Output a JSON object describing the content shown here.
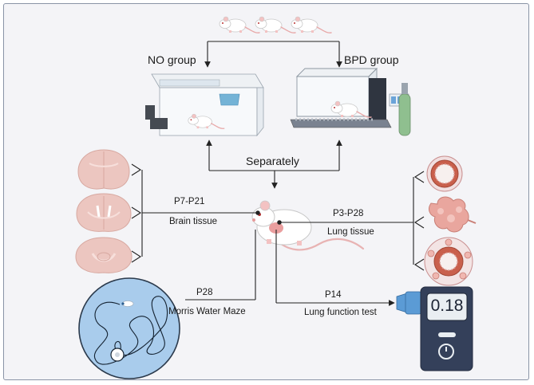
{
  "labels": {
    "no_group": "NO group",
    "bpd_group": "BPD group",
    "separately": "Separately",
    "brain_time": "P7-P21",
    "brain_tissue": "Brain tissue",
    "lung_time": "P3-P28",
    "lung_tissue": "Lung tissue",
    "maze_time": "P28",
    "maze": "Morris Water Maze",
    "lung_fn_time": "P14",
    "lung_fn": "Lung function test"
  },
  "device": {
    "reading": "0.18"
  },
  "colors": {
    "background": "#f4f4f7",
    "frame": "#8a94a6",
    "line": "#222222",
    "pool_blue": "#a9ccec",
    "device_navy": "#34405a",
    "tissue_pink": "#ecc6c0",
    "lung_pink": "#e9a69e"
  }
}
